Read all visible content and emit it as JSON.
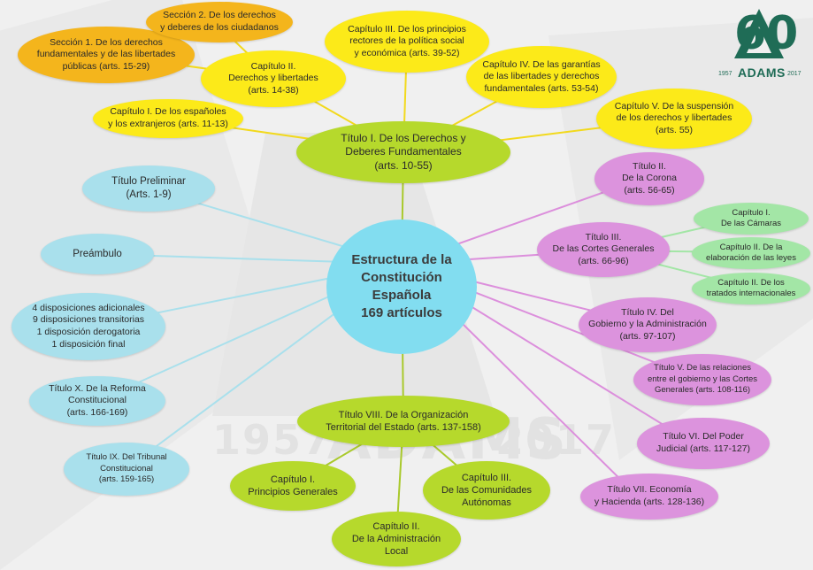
{
  "logo": {
    "number": "60",
    "word": "ADAMS",
    "year_start": "1957",
    "year_end": "2017"
  },
  "watermark": {
    "year_start": "1957",
    "year_end": "2017",
    "number": "60",
    "word": "ADAMS"
  },
  "center": {
    "text": "Estructura de la\nConstitución Española\n169 artículos"
  },
  "titulo_i": {
    "text": "Título I. De los Derechos y\nDeberes Fundamentales\n(arts. 10-55)",
    "capitulo_i": "Capítulo I. De los españoles\ny los extranjeros (arts. 11-13)",
    "capitulo_ii": "Capítulo II.\nDerechos y libertades\n(arts. 14-38)",
    "seccion_1": "Sección 1. De los derechos\nfundamentales y de las libertades\npúblicas (arts. 15-29)",
    "seccion_2": "Sección 2. De los derechos\ny deberes de los ciudadanos",
    "capitulo_iii": "Capítulo III. De los principios\nrectores de la política social\ny económica (arts. 39-52)",
    "capitulo_iv": "Capítulo IV. De las garantías\nde las libertades y derechos\nfundamentales (arts. 53-54)",
    "capitulo_v": "Capítulo V. De la suspensión\nde los derechos y libertades\n(arts. 55)"
  },
  "left": {
    "preliminar": "Título Preliminar\n(Arts. 1-9)",
    "preambulo": "Preámbulo",
    "disposiciones": "4 disposiciones adicionales\n9 disposiciones transitorias\n1 disposición derogatoria\n1 disposición final",
    "titulo_x": "Título X. De la Reforma\nConstitucional\n(arts. 166-169)",
    "titulo_ix": "Título IX. Del Tribunal\nConstitucional\n(arts. 159-165)"
  },
  "right": {
    "titulo_ii": "Título II.\nDe la Corona\n(arts. 56-65)",
    "titulo_iii": "Título III.\nDe las Cortes Generales\n(arts. 66-96)",
    "camaras": "Capítulo I.\nDe las Cámaras",
    "elaboracion": "Capítulo II. De la\nelaboración de las leyes",
    "tratados": "Capítulo II. De los\ntratados internacionales",
    "titulo_iv": "Título IV. Del\nGobierno y la Administración\n(arts. 97-107)",
    "titulo_v": "Título V. De las relaciones\nentre el gobierno y las Cortes\nGenerales (arts. 108-116)",
    "titulo_vi": "Título VI. Del Poder\nJudicial (arts. 117-127)",
    "titulo_vii": "Título VII. Economía\ny Hacienda (arts. 128-136)"
  },
  "titulo_viii": {
    "text": "Título VIII. De la Organización\nTerritorial del Estado (arts. 137-158)",
    "capitulo_i": "Capítulo I.\nPrincipios Generales",
    "capitulo_ii": "Capítulo II.\nDe la Administración\nLocal",
    "capitulo_iii": "Capítulo III.\nDe las Comunidades\nAutónomas"
  },
  "colors": {
    "center": "#82ddf0",
    "cyan": "#a9e0ec",
    "pink": "#dc93dd",
    "lime": "#b6d92c",
    "yellow": "#fcea19",
    "orange": "#f4b51c",
    "green": "#a3e6a6",
    "line_cyan": "#a9e0ec",
    "line_pink": "#dc8fdc",
    "line_lime": "#a9c92c",
    "line_yellow": "#f2d91c"
  }
}
